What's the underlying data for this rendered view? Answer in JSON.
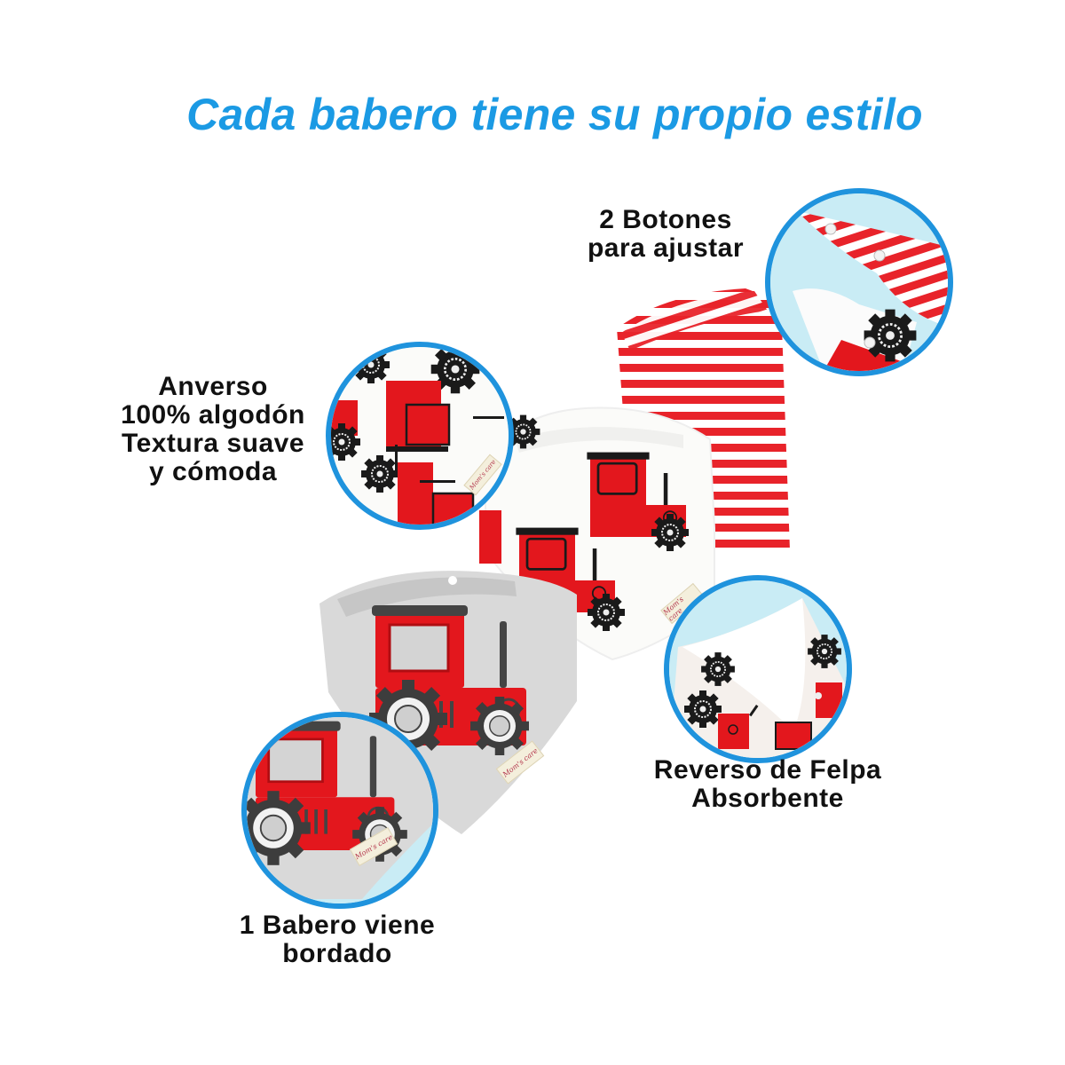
{
  "title": "Cada babero tiene su propio estilo",
  "callouts": {
    "buttons": {
      "lines": [
        "2 Botones",
        "para ajustar"
      ]
    },
    "front": {
      "lines": [
        "Anverso",
        "100% algodón",
        "Textura suave",
        "y cómoda"
      ]
    },
    "back": {
      "lines": [
        "Reverso de Felpa",
        "Absorbente"
      ]
    },
    "embroidered": {
      "lines": [
        "1 Babero viene",
        "bordado"
      ]
    }
  },
  "tag_text": "Mom's care",
  "colors": {
    "title_blue": "#1b9ae4",
    "circle_border": "#1f93dd",
    "tractor_red": "#e3171d",
    "stripe_red": "#e8232a",
    "gray_bib": "#d9d9d9",
    "circle_bg": "#c9ecf5"
  },
  "products": [
    {
      "name": "striped-bib",
      "pattern": "red-white-stripes"
    },
    {
      "name": "tractor-print-bib",
      "pattern": "red-tractors-on-white"
    },
    {
      "name": "embroidered-gray-bib",
      "pattern": "embroidered-red-tractor-on-gray"
    }
  ]
}
